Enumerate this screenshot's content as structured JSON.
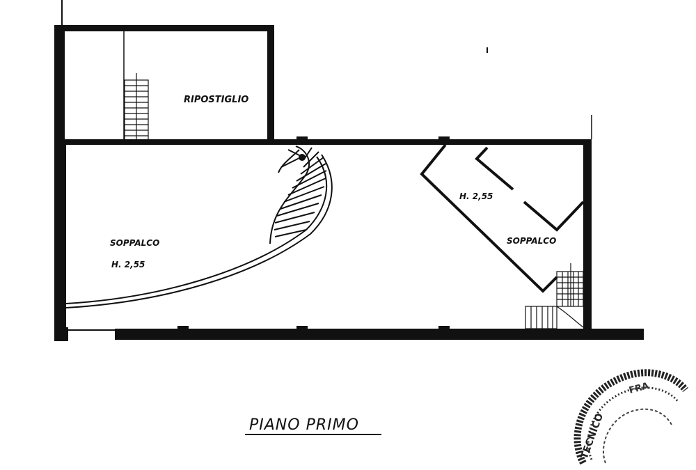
{
  "drawing": {
    "title": "PIANO PRIMO",
    "rooms": {
      "ripostiglio": "RIPOSTIGLIO",
      "soppalco_left": "SOPPALCO",
      "soppalco_left_height": "H. 2,55",
      "soppalco_right": "SOPPALCO",
      "soppalco_right_height": "H. 2,55"
    },
    "stamp_text": "TECNICO ... FRA ..."
  }
}
